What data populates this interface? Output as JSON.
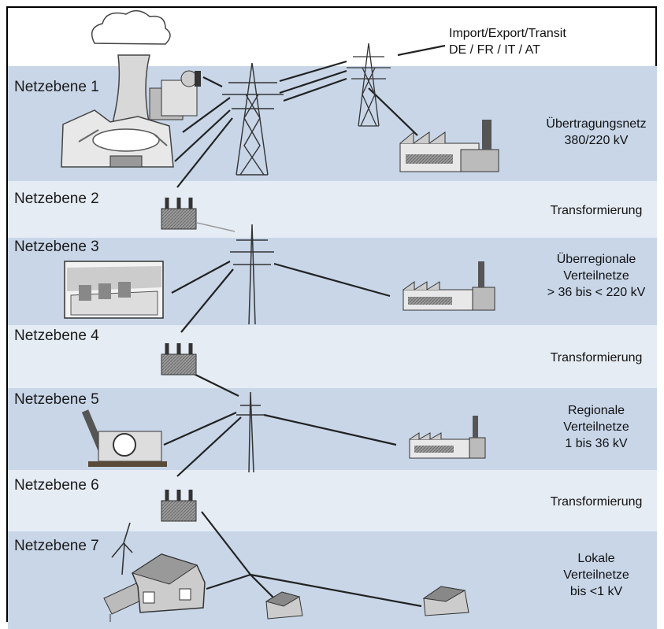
{
  "levels": [
    {
      "label": "Netzebene 1",
      "desc": [
        "Übertragungsnetz",
        "380/220 kV"
      ]
    },
    {
      "label": "Netzebene 2",
      "desc": [
        "Transformierung"
      ]
    },
    {
      "label": "Netzebene 3",
      "desc": [
        "Überregionale",
        "Verteilnetze",
        "> 36 bis < 220 kV"
      ]
    },
    {
      "label": "Netzebene 4",
      "desc": [
        "Transformierung"
      ]
    },
    {
      "label": "Netzebene 5",
      "desc": [
        "Regionale",
        "Verteilnetze",
        "1 bis 36 kV"
      ]
    },
    {
      "label": "Netzebene 6",
      "desc": [
        "Transformierung"
      ]
    },
    {
      "label": "Netzebene 7",
      "desc": [
        "Lokale",
        "Verteilnetze",
        "bis <1 kV"
      ]
    }
  ],
  "top_note": [
    "Import/Export/Transit",
    "DE / FR / IT / AT"
  ],
  "colors": {
    "band_dark": "#c8d6e8",
    "band_light": "#e6ecf4",
    "ink": "#1a1a1a"
  }
}
